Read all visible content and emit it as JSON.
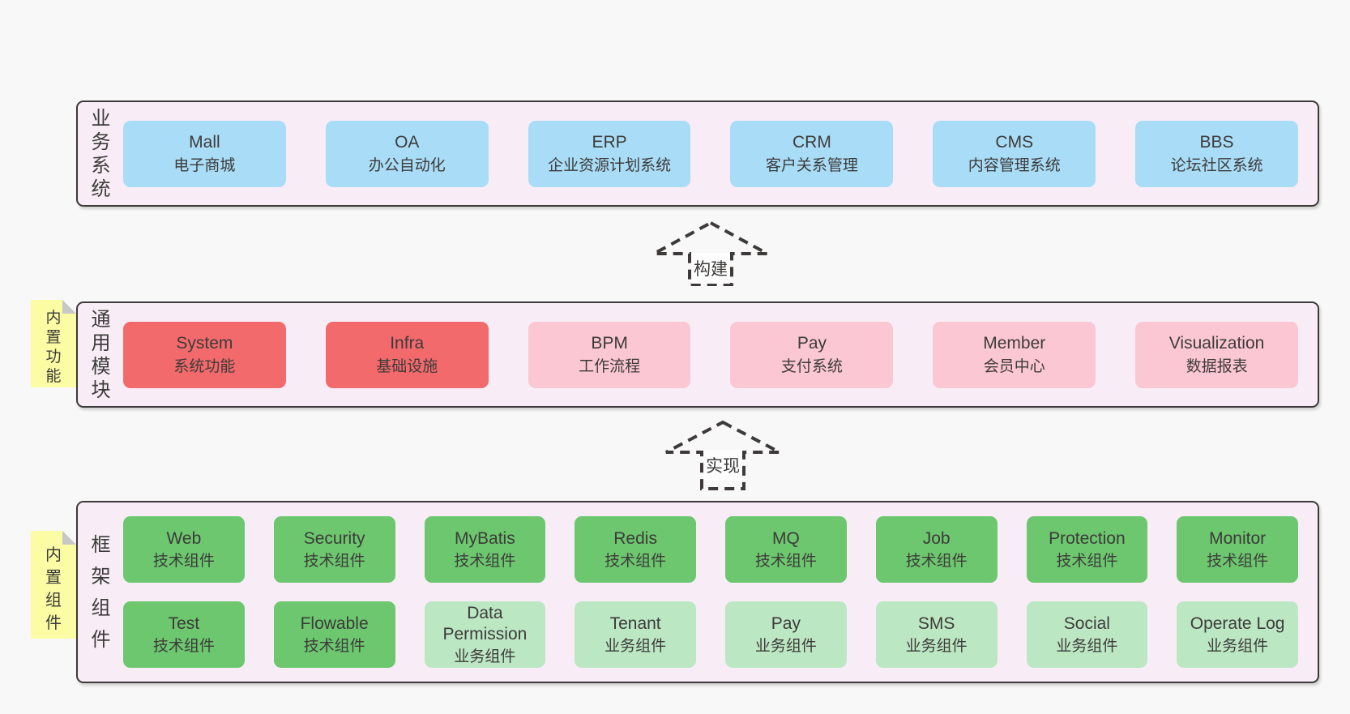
{
  "stickies": [
    {
      "text": "内置功能"
    },
    {
      "text": "内置组件"
    }
  ],
  "arrows": [
    {
      "label": "构建"
    },
    {
      "label": "实现"
    }
  ],
  "layers": [
    {
      "label": "业务系统",
      "boxes": [
        {
          "name": "Mall",
          "subtitle": "电子商城",
          "variant": "blue"
        },
        {
          "name": "OA",
          "subtitle": "办公自动化",
          "variant": "blue"
        },
        {
          "name": "ERP",
          "subtitle": "企业资源计划系统",
          "variant": "blue"
        },
        {
          "name": "CRM",
          "subtitle": "客户关系管理",
          "variant": "blue"
        },
        {
          "name": "CMS",
          "subtitle": "内容管理系统",
          "variant": "blue"
        },
        {
          "name": "BBS",
          "subtitle": "论坛社区系统",
          "variant": "blue"
        }
      ]
    },
    {
      "label": "通用模块",
      "boxes": [
        {
          "name": "System",
          "subtitle": "系统功能",
          "variant": "red"
        },
        {
          "name": "Infra",
          "subtitle": "基础设施",
          "variant": "red"
        },
        {
          "name": "BPM",
          "subtitle": "工作流程",
          "variant": "pink"
        },
        {
          "name": "Pay",
          "subtitle": "支付系统",
          "variant": "pink"
        },
        {
          "name": "Member",
          "subtitle": "会员中心",
          "variant": "pink"
        },
        {
          "name": "Visualization",
          "subtitle": "数据报表",
          "variant": "pink"
        }
      ]
    },
    {
      "label": "框架组件",
      "boxes": [
        {
          "name": "Web",
          "subtitle": "技术组件",
          "variant": "green"
        },
        {
          "name": "Security",
          "subtitle": "技术组件",
          "variant": "green"
        },
        {
          "name": "MyBatis",
          "subtitle": "技术组件",
          "variant": "green"
        },
        {
          "name": "Redis",
          "subtitle": "技术组件",
          "variant": "green"
        },
        {
          "name": "MQ",
          "subtitle": "技术组件",
          "variant": "green"
        },
        {
          "name": "Job",
          "subtitle": "技术组件",
          "variant": "green"
        },
        {
          "name": "Protection",
          "subtitle": "技术组件",
          "variant": "green"
        },
        {
          "name": "Monitor",
          "subtitle": "技术组件",
          "variant": "green"
        },
        {
          "name": "Test",
          "subtitle": "技术组件",
          "variant": "green"
        },
        {
          "name": "Flowable",
          "subtitle": "技术组件",
          "variant": "green"
        },
        {
          "name": "Data Permission",
          "subtitle": "业务组件",
          "variant": "lightgreen"
        },
        {
          "name": "Tenant",
          "subtitle": "业务组件",
          "variant": "lightgreen"
        },
        {
          "name": "Pay",
          "subtitle": "业务组件",
          "variant": "lightgreen"
        },
        {
          "name": "SMS",
          "subtitle": "业务组件",
          "variant": "lightgreen"
        },
        {
          "name": "Social",
          "subtitle": "业务组件",
          "variant": "lightgreen"
        },
        {
          "name": "Operate Log",
          "subtitle": "业务组件",
          "variant": "lightgreen"
        }
      ]
    }
  ],
  "colors": {
    "page_background": "#f8f8f8",
    "layer_background": "#f8edf7",
    "border": "#3d3a39",
    "text": "#3d3b3a",
    "blue": "#a9ddf7",
    "red": "#f36a6c",
    "pink": "#fbc7d2",
    "green": "#6cc76f",
    "light_green": "#bce7c3",
    "sticky_yellow": "#fbfca3",
    "fold_gray": "#c9c7c5"
  }
}
